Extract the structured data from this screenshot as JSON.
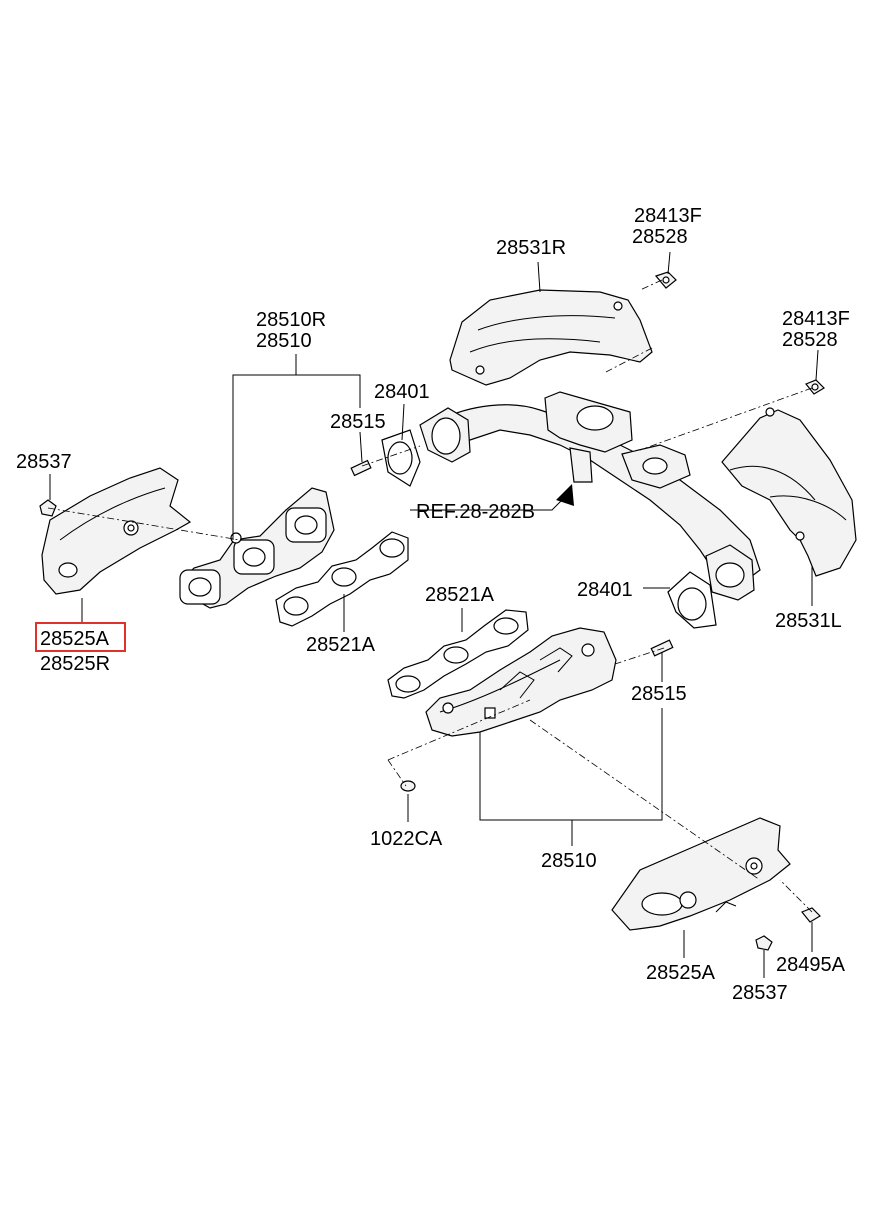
{
  "labels": {
    "l_28413F_top": "28413F",
    "l_28528_top": "28528",
    "l_28531R": "28531R",
    "l_28413F_right": "28413F",
    "l_28528_right": "28528",
    "l_28510R": "28510R",
    "l_28510_top": "28510",
    "l_28401_top": "28401",
    "l_28515_top": "28515",
    "l_28537_left": "28537",
    "l_ref": "REF.28-282B",
    "l_28525A_left": "28525A",
    "l_28525R": "28525R",
    "l_28521A_mid": "28521A",
    "l_28521A_left": "28521A",
    "l_28401_right": "28401",
    "l_28531L": "28531L",
    "l_28515_right": "28515",
    "l_1022CA": "1022CA",
    "l_28510_bottom": "28510",
    "l_28525A_right": "28525A",
    "l_28495A": "28495A",
    "l_28537_right": "28537"
  },
  "highlight": {
    "target_label": "28525A",
    "color": "#e0312b"
  }
}
